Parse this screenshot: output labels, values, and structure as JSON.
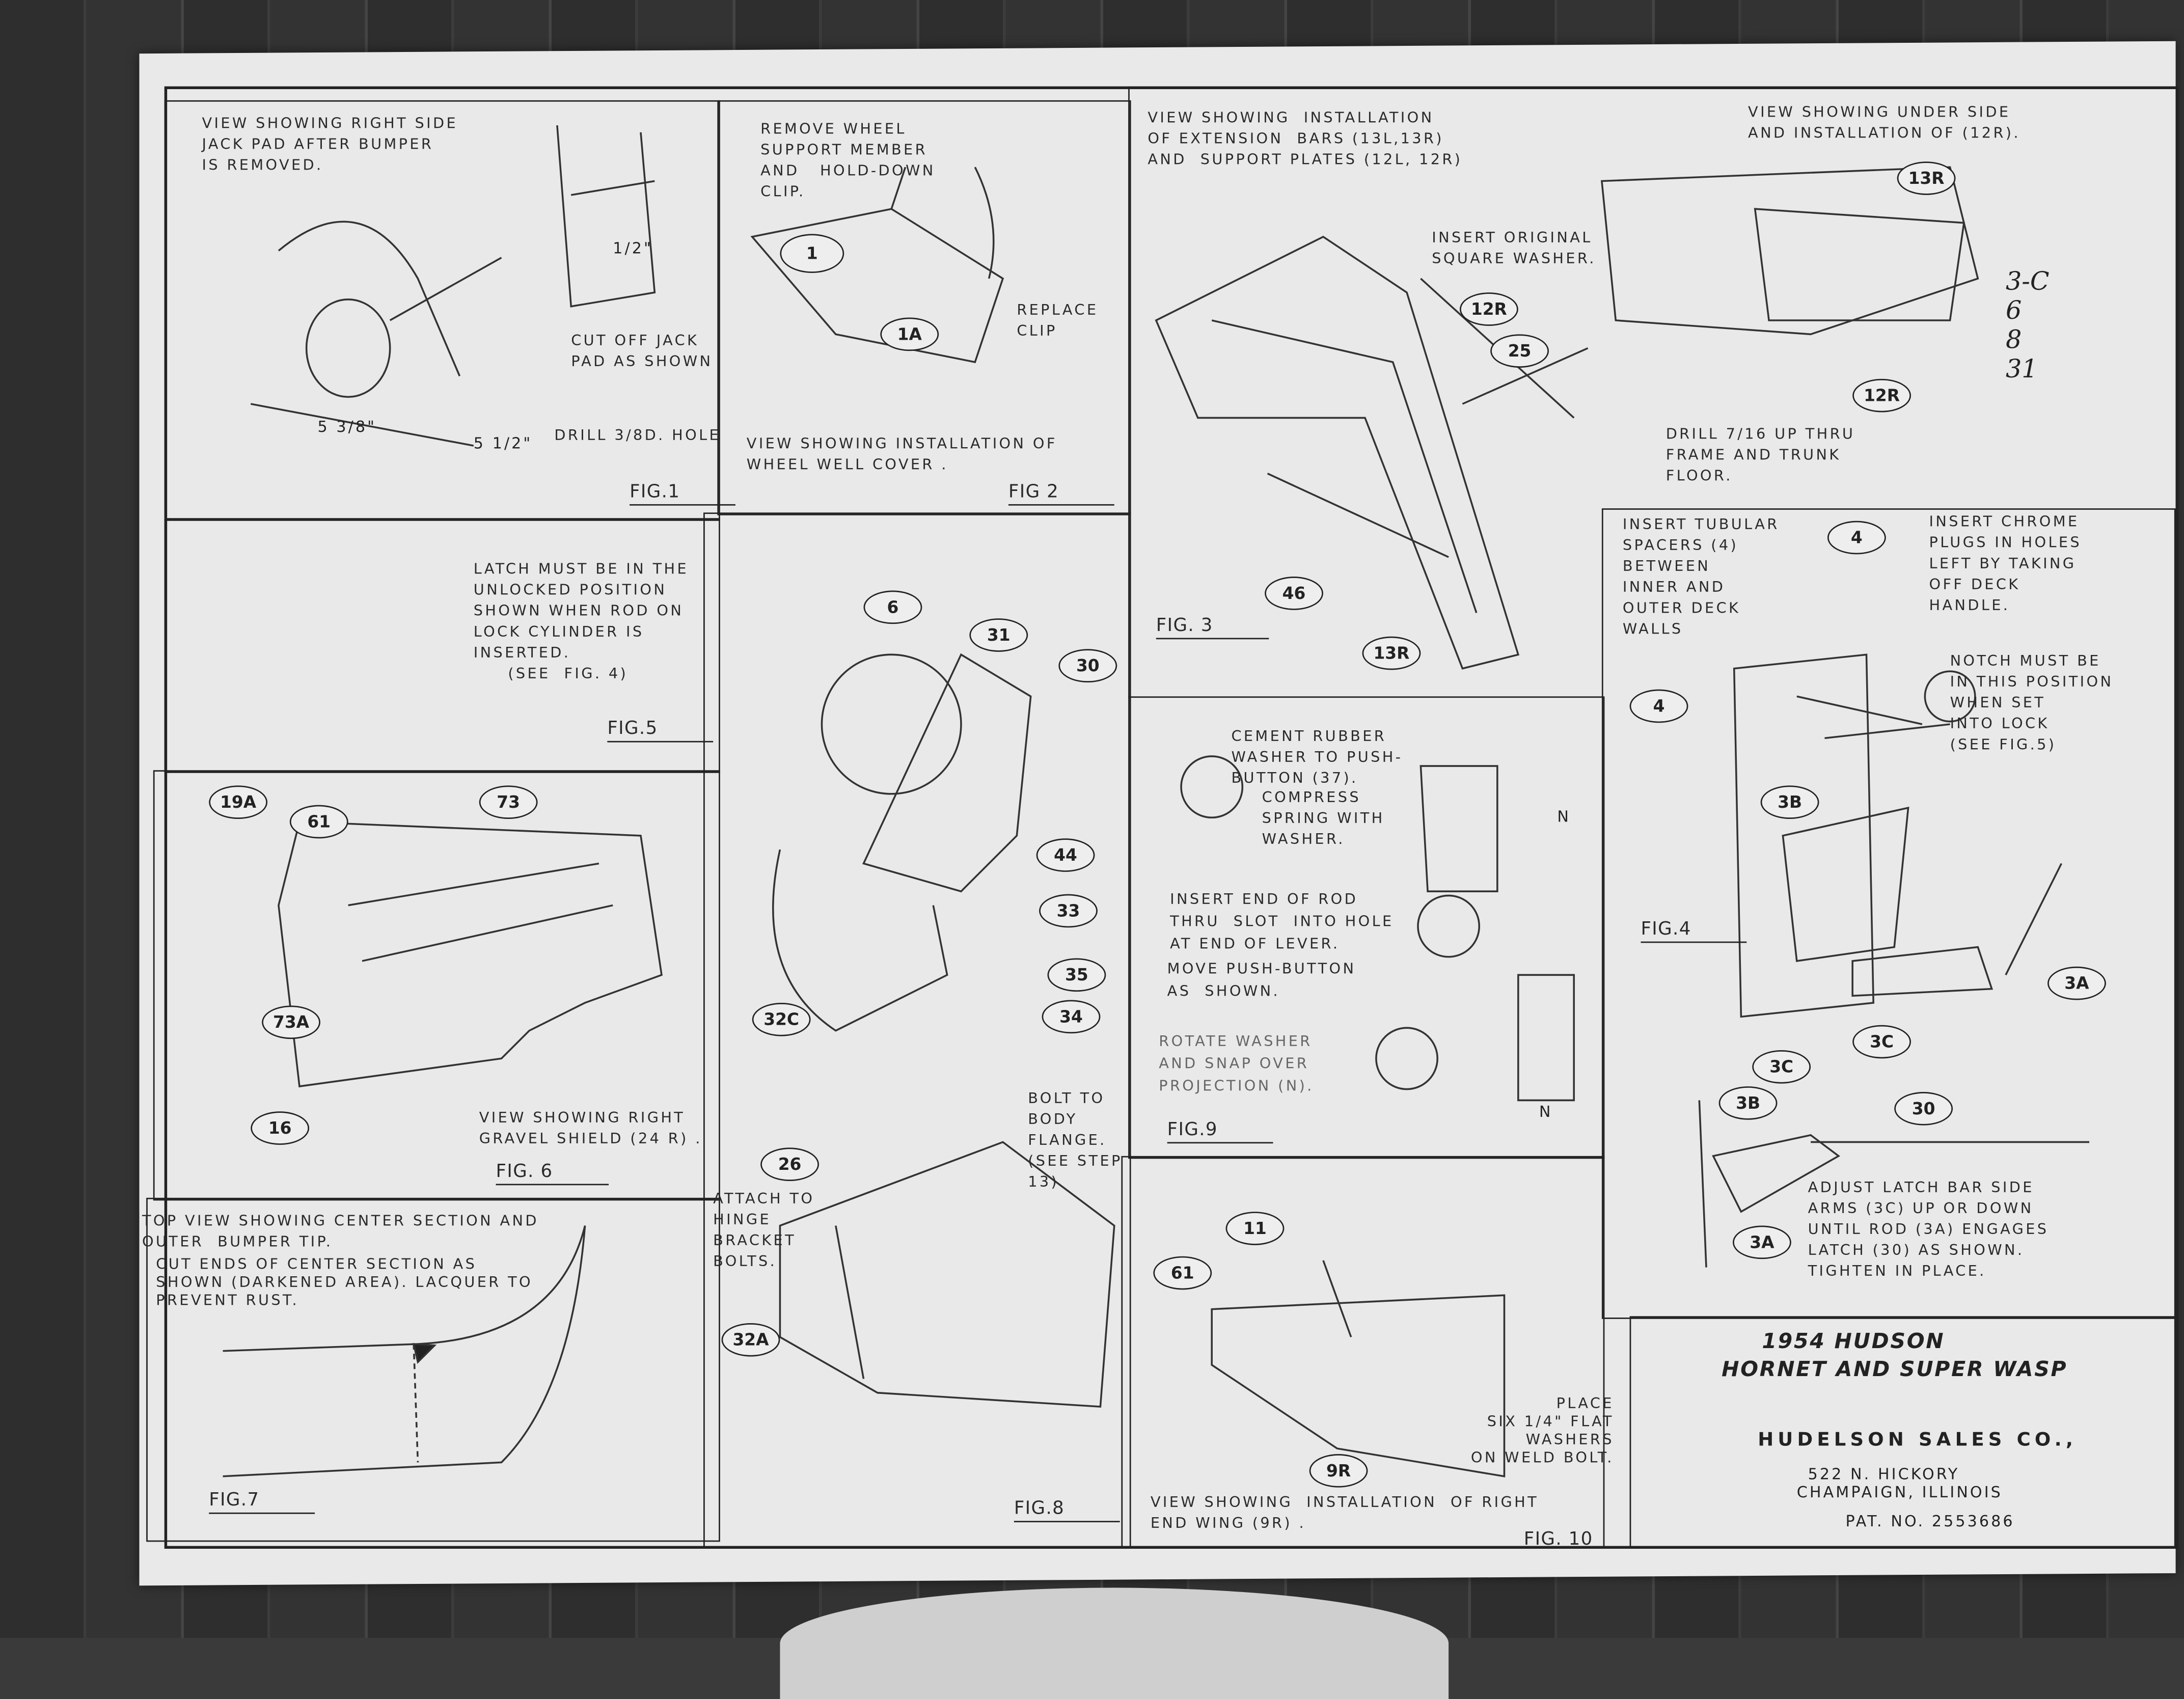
{
  "sheet": {
    "title_line1": "1954 HUDSON",
    "title_line2": "HORNET AND SUPER WASP",
    "company": "HUDELSON SALES CO.,",
    "address1": "522 N. HICKORY",
    "address2": "CHAMPAIGN, ILLINOIS",
    "patent": "PAT. NO. 2553686",
    "handwritten_note": "3-C\n6\n8\n31"
  },
  "fig1": {
    "caption": "FIG.1",
    "note1": "VIEW SHOWING RIGHT SIDE\nJACK PAD AFTER BUMPER\nIS REMOVED.",
    "note2": "CUT OFF JACK\nPAD AS SHOWN",
    "note3": "DRILL 3/8D. HOLE",
    "dim1": "5 3/8\"",
    "dim2": "5 1/2\"",
    "dim3": "1/2\""
  },
  "fig2": {
    "caption": "FIG 2",
    "note1": "REMOVE WHEEL\nSUPPORT MEMBER\nAND   HOLD-DOWN\nCLIP.",
    "note2": "REPLACE\nCLIP",
    "note3": "VIEW SHOWING INSTALLATION OF\nWHEEL WELL COVER .",
    "parts": [
      "1",
      "1A"
    ]
  },
  "fig3": {
    "caption": "FIG. 3",
    "note1": "VIEW SHOWING  INSTALLATION\nOF EXTENSION  BARS (13L,13R)\nAND  SUPPORT PLATES (12L, 12R)",
    "note2": "INSERT ORIGINAL\nSQUARE WASHER.",
    "note3": "VIEW SHOWING UNDER SIDE\nAND INSTALLATION OF (12R).",
    "note4": "DRILL 7/16 UP THRU\nFRAME AND TRUNK\nFLOOR.",
    "parts": [
      "12R",
      "25",
      "46",
      "13R",
      "13R",
      "12R"
    ]
  },
  "fig4": {
    "caption": "FIG.4",
    "note1": "INSERT TUBULAR\nSPACERS (4)\nBETWEEN\nINNER AND\nOUTER DECK\nWALLS",
    "note2": "INSERT CHROME\nPLUGS IN HOLES\nLEFT BY TAKING\nOFF DECK\nHANDLE.",
    "note3": "NOTCH MUST BE\nIN THIS POSITION\nWHEN SET\nINTO LOCK\n(SEE FIG.5)",
    "note4": "ADJUST LATCH BAR SIDE\nARMS (3C) UP OR DOWN\nUNTIL ROD (3A) ENGAGES\nLATCH (30) AS SHOWN.\nTIGHTEN IN PLACE.",
    "parts": [
      "4",
      "4",
      "3B",
      "3A",
      "3C",
      "3C",
      "3B",
      "30",
      "3A"
    ]
  },
  "fig5": {
    "caption": "FIG.5",
    "note1": "LATCH MUST BE IN THE\nUNLOCKED POSITION\nSHOWN WHEN ROD ON\nLOCK CYLINDER IS\nINSERTED.\n     (SEE  FIG. 4)"
  },
  "fig6": {
    "caption": "FIG. 6",
    "note1": "VIEW SHOWING RIGHT\nGRAVEL SHIELD (24 R) .",
    "parts": [
      "19A",
      "61",
      "73",
      "73A",
      "16"
    ]
  },
  "fig7": {
    "caption": "FIG.7",
    "note1": "TOP VIEW SHOWING CENTER SECTION AND\nOUTER  BUMPER TIP.",
    "note2": "CUT ENDS OF CENTER SECTION AS\nSHOWN (DARKENED AREA). LACQUER TO\nPREVENT RUST."
  },
  "fig8": {
    "caption": "FIG.8",
    "note1": "BOLT TO\nBODY\nFLANGE.\n(SEE STEP\n13)",
    "note2": "ATTACH TO\nHINGE\nBRACKET\nBOLTS.",
    "parts": [
      "6",
      "31",
      "30",
      "44",
      "33",
      "35",
      "34",
      "32C",
      "26",
      "32A"
    ]
  },
  "fig9": {
    "caption": "FIG.9",
    "note1": "CEMENT RUBBER\nWASHER TO PUSH-\nBUTTON (37).",
    "note2": "COMPRESS\nSPRING WITH\nWASHER.",
    "note3": "INSERT END OF ROD\nTHRU  SLOT  INTO HOLE\nAT END OF LEVER.",
    "note4": "MOVE PUSH-BUTTON\nAS  SHOWN.",
    "note5": "ROTATE WASHER\nAND SNAP OVER\nPROJECTION (N).",
    "markers": [
      "N",
      "N"
    ]
  },
  "fig10": {
    "caption": "FIG. 10",
    "note1": "PLACE\nSIX 1/4\" FLAT\nWASHERS\nON WELD BOLT.",
    "note2": "VIEW SHOWING  INSTALLATION  OF RIGHT\nEND WING (9R) .",
    "parts": [
      "11",
      "61",
      "9R"
    ]
  }
}
